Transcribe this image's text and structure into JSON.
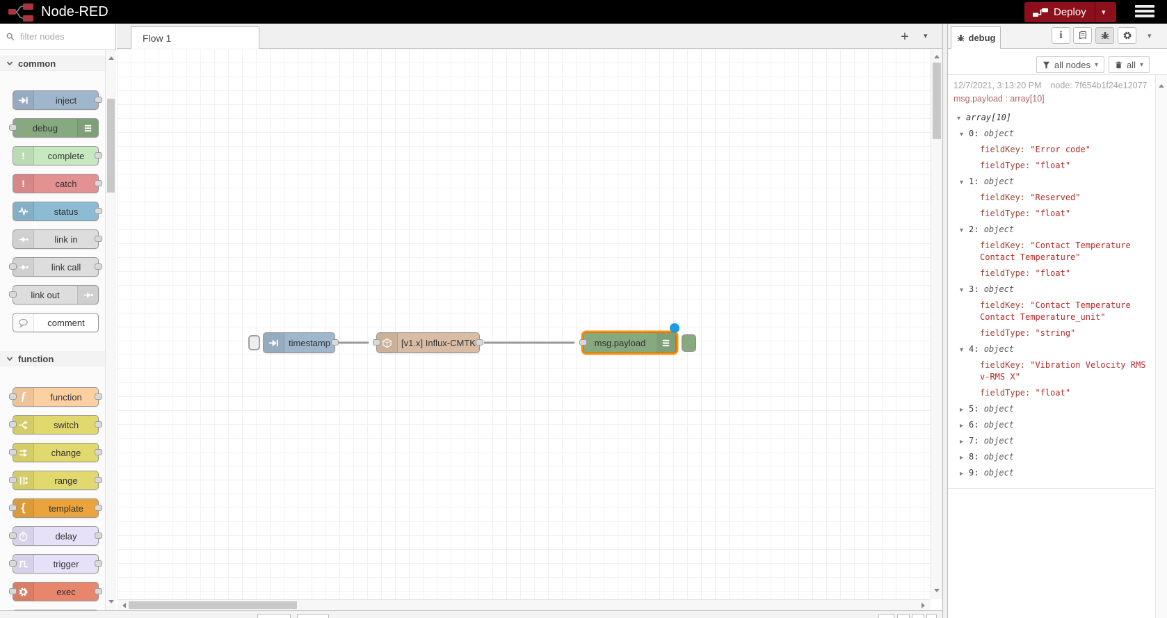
{
  "header": {
    "app_title": "Node-RED",
    "deploy": {
      "label": "Deploy",
      "icon": "deploy-icon"
    },
    "menu_icon": "hamburger-icon",
    "logo_icon": "node-red-logo-icon",
    "colors": {
      "bar_bg": "#000000",
      "deploy_bg": "#8C101C"
    }
  },
  "palette": {
    "search": {
      "placeholder": "filter nodes",
      "icon": "search-icon"
    },
    "sections": [
      {
        "label": "common",
        "nodes": [
          {
            "label": "inject",
            "color": "#a0b6cc",
            "icon": "inject-arrow-icon",
            "iconSide": "left",
            "inPort": false,
            "outPort": true
          },
          {
            "label": "debug",
            "color": "#87a980",
            "icon": "debug-output-icon",
            "iconSide": "right",
            "inPort": true,
            "outPort": false
          },
          {
            "label": "complete",
            "color": "#c7e9c0",
            "icon": "exclamation-icon",
            "iconSide": "left",
            "inPort": false,
            "outPort": true
          },
          {
            "label": "catch",
            "color": "#e49191",
            "icon": "exclamation-icon",
            "iconSide": "left",
            "inPort": false,
            "outPort": true
          },
          {
            "label": "status",
            "color": "#8cbcd4",
            "icon": "pulse-icon",
            "iconSide": "left",
            "inPort": false,
            "outPort": true
          },
          {
            "label": "link in",
            "color": "#dddddd",
            "icon": "link-arrow-icon",
            "iconSide": "left",
            "inPort": false,
            "outPort": true
          },
          {
            "label": "link call",
            "color": "#dddddd",
            "icon": "link-arrow-icon",
            "iconSide": "left",
            "inPort": true,
            "outPort": true
          },
          {
            "label": "link out",
            "color": "#dddddd",
            "icon": "link-arrow-icon",
            "iconSide": "right",
            "inPort": true,
            "outPort": false
          },
          {
            "label": "comment",
            "color": "#ffffff",
            "icon": "comment-bubble-icon",
            "iconSide": "left",
            "inPort": false,
            "outPort": false
          }
        ]
      },
      {
        "label": "function",
        "nodes": [
          {
            "label": "function",
            "color": "#fdd0a2",
            "icon": "function-f-icon",
            "iconSide": "left",
            "inPort": true,
            "outPort": true
          },
          {
            "label": "switch",
            "color": "#e2d96e",
            "icon": "switch-icon",
            "iconSide": "left",
            "inPort": true,
            "outPort": true
          },
          {
            "label": "change",
            "color": "#e2d96e",
            "icon": "change-icon",
            "iconSide": "left",
            "inPort": true,
            "outPort": true
          },
          {
            "label": "range",
            "color": "#e2d96e",
            "icon": "range-icon",
            "iconSide": "left",
            "inPort": true,
            "outPort": true
          },
          {
            "label": "template",
            "color": "#eba43d",
            "icon": "brace-icon",
            "iconSide": "left",
            "inPort": true,
            "outPort": true
          },
          {
            "label": "delay",
            "color": "#e6e0f8",
            "icon": "timer-icon",
            "iconSide": "left",
            "inPort": true,
            "outPort": true
          },
          {
            "label": "trigger",
            "color": "#e6e0f8",
            "icon": "square-wave-icon",
            "iconSide": "left",
            "inPort": true,
            "outPort": true
          },
          {
            "label": "exec",
            "color": "#e7866c",
            "icon": "gear-icon",
            "iconSide": "left",
            "inPort": true,
            "outPort": true
          },
          {
            "label": "",
            "color": "#e2d96e",
            "icon": "",
            "iconSide": "left",
            "inPort": true,
            "outPort": true
          }
        ]
      }
    ]
  },
  "workspace": {
    "tab": "Flow 1",
    "add_icon": "plus-icon",
    "list_icon": "caret-down-icon"
  },
  "flow": {
    "wire_color": "#999999",
    "selected_color": "#ff8f0f",
    "changed_dot_color": "#1e9ce0",
    "nodes": [
      {
        "label": "timestamp",
        "type": "inject",
        "color": "#a0b6cc",
        "icon": "inject-arrow-icon"
      },
      {
        "label": "[v1.x] Influx-CMTK",
        "type": "influxdb",
        "color": "#d8bda4",
        "icon": "influxdb-icon"
      },
      {
        "label": "msg.payload",
        "type": "debug",
        "color": "#87a980",
        "icon": "debug-output-icon",
        "selected": true,
        "changed": true,
        "toggle_color": "#87a980"
      }
    ]
  },
  "debug": {
    "tab": "debug",
    "tab_icon": "bug-icon",
    "header_buttons": [
      "info-icon",
      "book-icon",
      "bug-icon",
      "gear-icon"
    ],
    "filter": {
      "label": "all nodes",
      "icon": "funnel-icon"
    },
    "clear": {
      "label": "all",
      "icon": "trash-icon"
    },
    "message": {
      "time": "12/7/2021, 3:13:20 PM",
      "node": "node: 7f654b1f24e12077",
      "property": "msg.payload : array[10]",
      "root_label": "array[10]",
      "items": [
        {
          "index": "0",
          "type": "object",
          "expanded": true,
          "fields": [
            {
              "key": "fieldKey",
              "value": "Error code"
            },
            {
              "key": "fieldType",
              "value": "float"
            }
          ]
        },
        {
          "index": "1",
          "type": "object",
          "expanded": true,
          "fields": [
            {
              "key": "fieldKey",
              "value": "Reserved"
            },
            {
              "key": "fieldType",
              "value": "float"
            }
          ]
        },
        {
          "index": "2",
          "type": "object",
          "expanded": true,
          "fields": [
            {
              "key": "fieldKey",
              "value": "Contact Temperature Contact Temperature"
            },
            {
              "key": "fieldType",
              "value": "float"
            }
          ]
        },
        {
          "index": "3",
          "type": "object",
          "expanded": true,
          "fields": [
            {
              "key": "fieldKey",
              "value": "Contact Temperature Contact Temperature_unit"
            },
            {
              "key": "fieldType",
              "value": "string"
            }
          ]
        },
        {
          "index": "4",
          "type": "object",
          "expanded": true,
          "fields": [
            {
              "key": "fieldKey",
              "value": "Vibration Velocity RMS v-RMS X"
            },
            {
              "key": "fieldType",
              "value": "float"
            }
          ]
        },
        {
          "index": "5",
          "type": "object",
          "expanded": false,
          "fields": []
        },
        {
          "index": "6",
          "type": "object",
          "expanded": false,
          "fields": []
        },
        {
          "index": "7",
          "type": "object",
          "expanded": false,
          "fields": []
        },
        {
          "index": "8",
          "type": "object",
          "expanded": false,
          "fields": []
        },
        {
          "index": "9",
          "type": "object",
          "expanded": false,
          "fields": []
        }
      ],
      "colors": {
        "meta": "#a3a3a3",
        "property": "#aa6666",
        "key": "#994433",
        "string": "#b72828",
        "plain": "#333333"
      }
    }
  }
}
